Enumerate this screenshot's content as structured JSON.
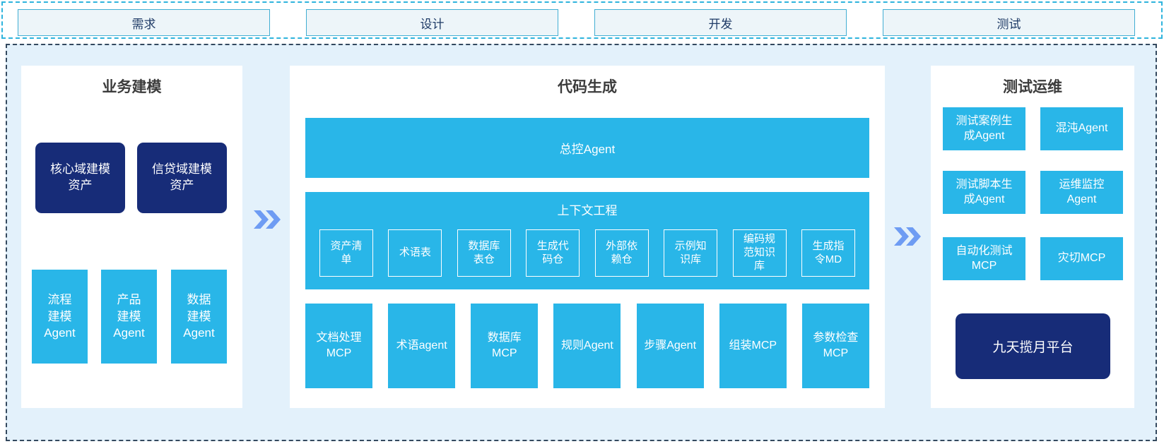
{
  "phases": [
    {
      "label": "需求"
    },
    {
      "label": "设计"
    },
    {
      "label": "开发"
    },
    {
      "label": "测试"
    }
  ],
  "panels": {
    "business_modeling": {
      "title": "业务建模",
      "asset_boxes": [
        "核心域建模\n资产",
        "信贷域建模\n资产"
      ],
      "agent_boxes": [
        "流程\n建模\nAgent",
        "产品\n建模\nAgent",
        "数据\n建模\nAgent"
      ]
    },
    "code_generation": {
      "title": "代码生成",
      "master_agent": "总控Agent",
      "context_engineering": {
        "title": "上下文工程",
        "items": [
          "资产清\n单",
          "术语表",
          "数据库\n表仓",
          "生成代\n码仓",
          "外部依\n赖仓",
          "示例知\n识库",
          "编码规\n范知识\n库",
          "生成指\n令MD"
        ]
      },
      "tools": [
        "文档处理\nMCP",
        "术语agent",
        "数据库\nMCP",
        "规则Agent",
        "步骤Agent",
        "组装MCP",
        "参数检查\nMCP"
      ]
    },
    "test_ops": {
      "title": "测试运维",
      "boxes": [
        "测试案例生\n成Agent",
        "混沌Agent",
        "测试脚本生\n成Agent",
        "运维监控\nAgent",
        "自动化测试\nMCP",
        "灾切MCP"
      ],
      "platform": "九天揽月平台"
    }
  },
  "colors": {
    "cyan": "#29b6e8",
    "navy": "#172c78",
    "chevron_blue": "#6e9cf3",
    "container_bg": "#e3f1fb",
    "strip_border": "#2fb4dd",
    "container_border": "#34495e",
    "phase_box_bg": "#edf5f9",
    "phase_text": "#1e3a66",
    "title_text": "#3c3c3c"
  }
}
